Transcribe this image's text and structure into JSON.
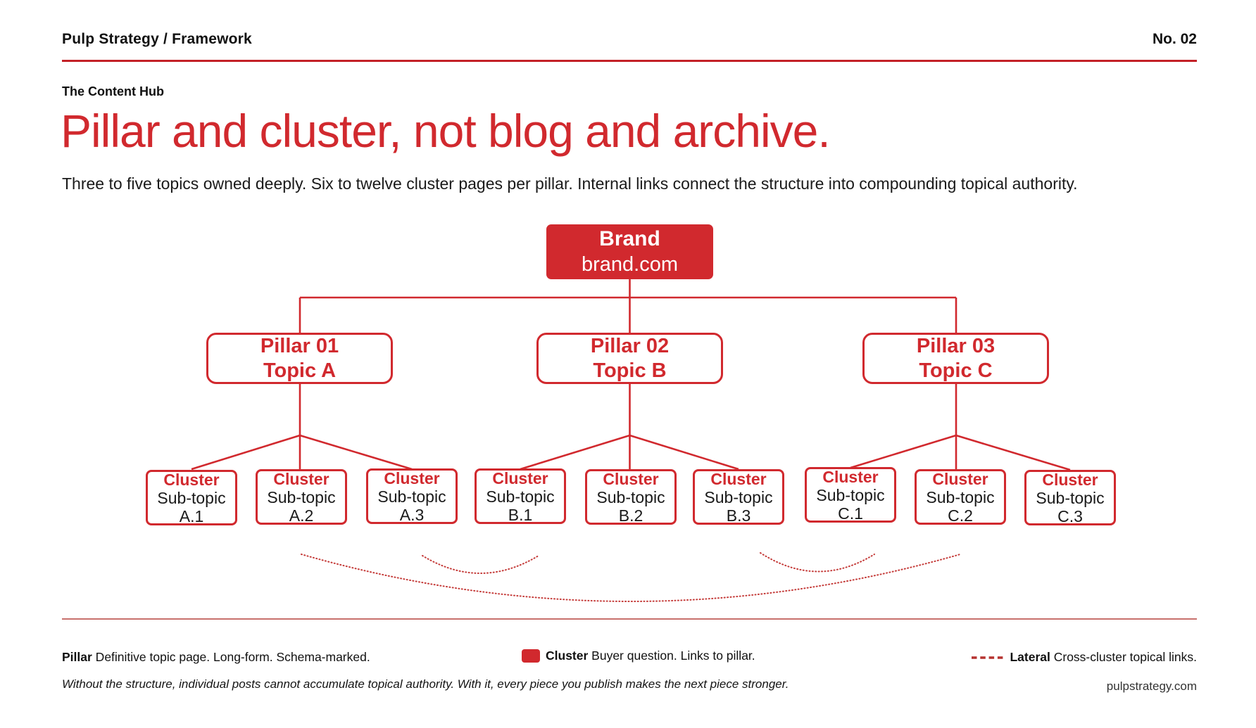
{
  "header": {
    "title": "Pulp Strategy / Framework",
    "number": "No. 02"
  },
  "intro": {
    "kicker": "The Content Hub",
    "headline": "Pillar and cluster, not blog and archive.",
    "subhead": "Three to five topics owned deeply. Six to twelve cluster pages per pillar. Internal links connect the structure into compounding topical authority."
  },
  "diagram": {
    "brand": {
      "title": "Brand",
      "subtitle": "brand.com"
    },
    "pillars": [
      {
        "line1": "Pillar 01",
        "line2": "Topic A"
      },
      {
        "line1": "Pillar 02",
        "line2": "Topic B"
      },
      {
        "line1": "Pillar 03",
        "line2": "Topic C"
      }
    ],
    "clusters": [
      {
        "label": "Cluster",
        "line2": "Sub-topic",
        "line3": "A.1"
      },
      {
        "label": "Cluster",
        "line2": "Sub-topic",
        "line3": "A.2"
      },
      {
        "label": "Cluster",
        "line2": "Sub-topic",
        "line3": "A.3"
      },
      {
        "label": "Cluster",
        "line2": "Sub-topic",
        "line3": "B.1"
      },
      {
        "label": "Cluster",
        "line2": "Sub-topic",
        "line3": "B.2"
      },
      {
        "label": "Cluster",
        "line2": "Sub-topic",
        "line3": "B.3"
      },
      {
        "label": "Cluster",
        "line2": "Sub-topic",
        "line3": "C.1"
      },
      {
        "label": "Cluster",
        "line2": "Sub-topic",
        "line3": "C.2"
      },
      {
        "label": "Cluster",
        "line2": "Sub-topic",
        "line3": "C.3"
      }
    ]
  },
  "legend": {
    "pillar": {
      "term": "Pillar",
      "desc": " Definitive topic page. Long-form. Schema-marked."
    },
    "cluster": {
      "term": "Cluster",
      "desc": " Buyer question. Links to pillar."
    },
    "lateral": {
      "term": "Lateral",
      "desc": " Cross-cluster topical links."
    }
  },
  "footnote": "Without the structure, individual posts cannot accumulate topical authority. With it, every piece you publish makes the next piece stronger.",
  "site": "pulpstrategy.com",
  "colors": {
    "red": "#d1292e",
    "rule": "#c32127",
    "separator": "#b5423d",
    "text": "#111111"
  }
}
